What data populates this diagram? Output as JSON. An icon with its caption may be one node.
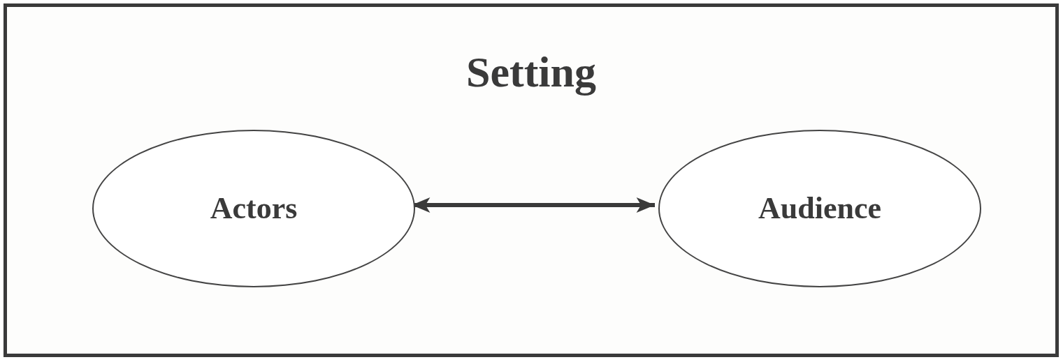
{
  "diagram": {
    "nodes": [
      {
        "text": [
          "Setting"
        ]
      },
      {
        "text": [
          "Actors"
        ],
        "in": 0
      },
      {
        "text": [
          "Audience"
        ],
        "in": 0
      }
    ],
    "edges": [
      {
        "from": 1,
        "to": 2,
        "arrow": "both"
      }
    ]
  }
}
